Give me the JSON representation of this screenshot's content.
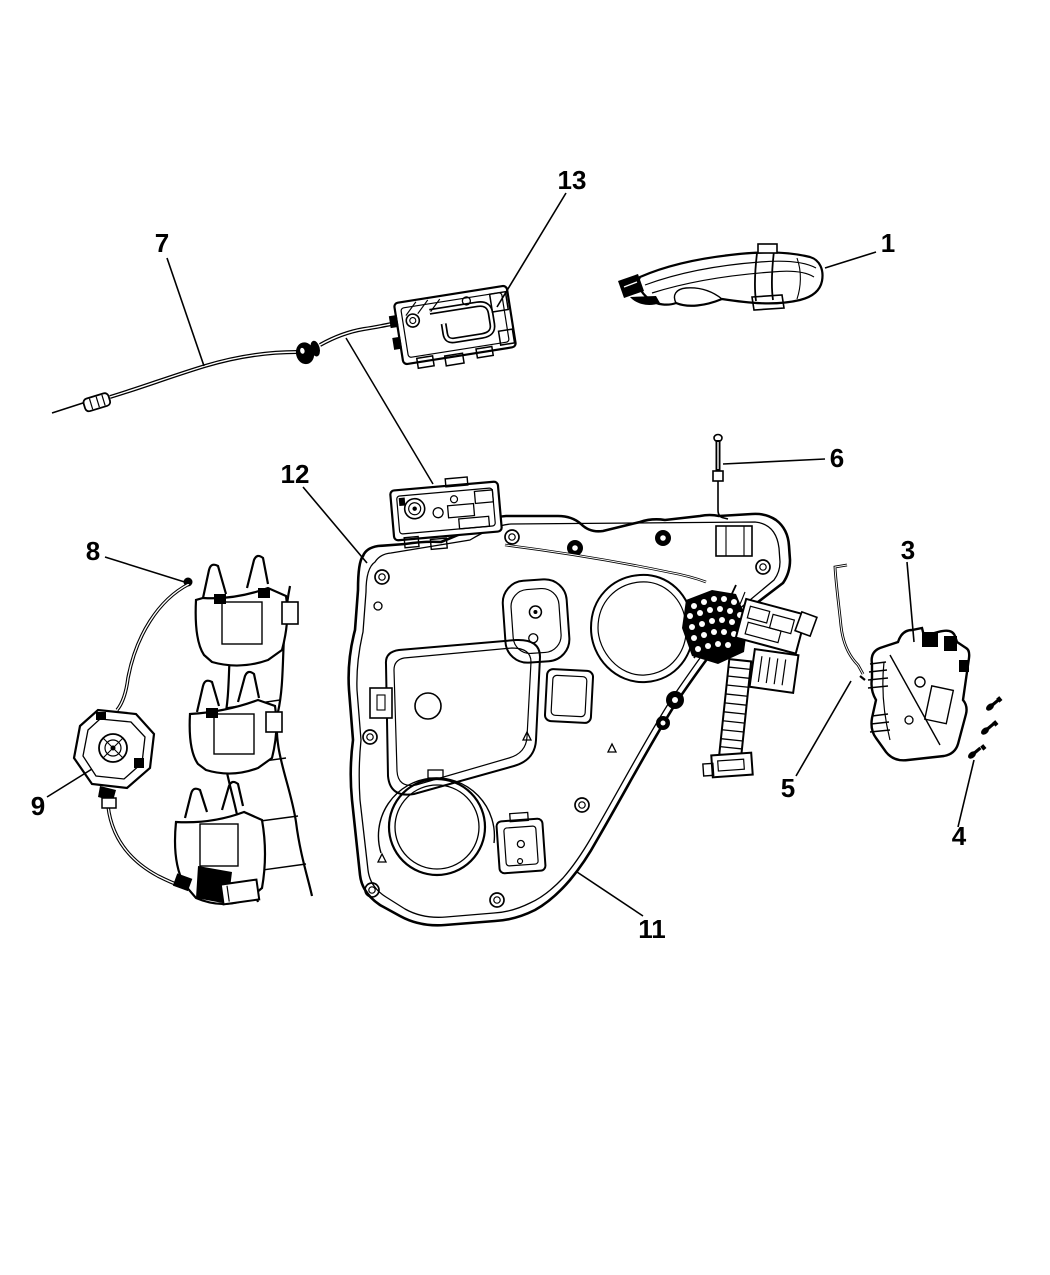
{
  "page": {
    "background": "#ffffff",
    "line_color": "#000000",
    "label_color": "#000000"
  },
  "diagram": {
    "type": "exploded-parts-line-diagram",
    "subject": "rear door hardware: handle, latch, lock rods, cable, window regulator, carrier panel",
    "callouts": [
      {
        "number": "1"
      },
      {
        "number": "3"
      },
      {
        "number": "4"
      },
      {
        "number": "5"
      },
      {
        "number": "6"
      },
      {
        "number": "7"
      },
      {
        "number": "8"
      },
      {
        "number": "9"
      },
      {
        "number": "11"
      },
      {
        "number": "12"
      },
      {
        "number": "13"
      }
    ]
  }
}
